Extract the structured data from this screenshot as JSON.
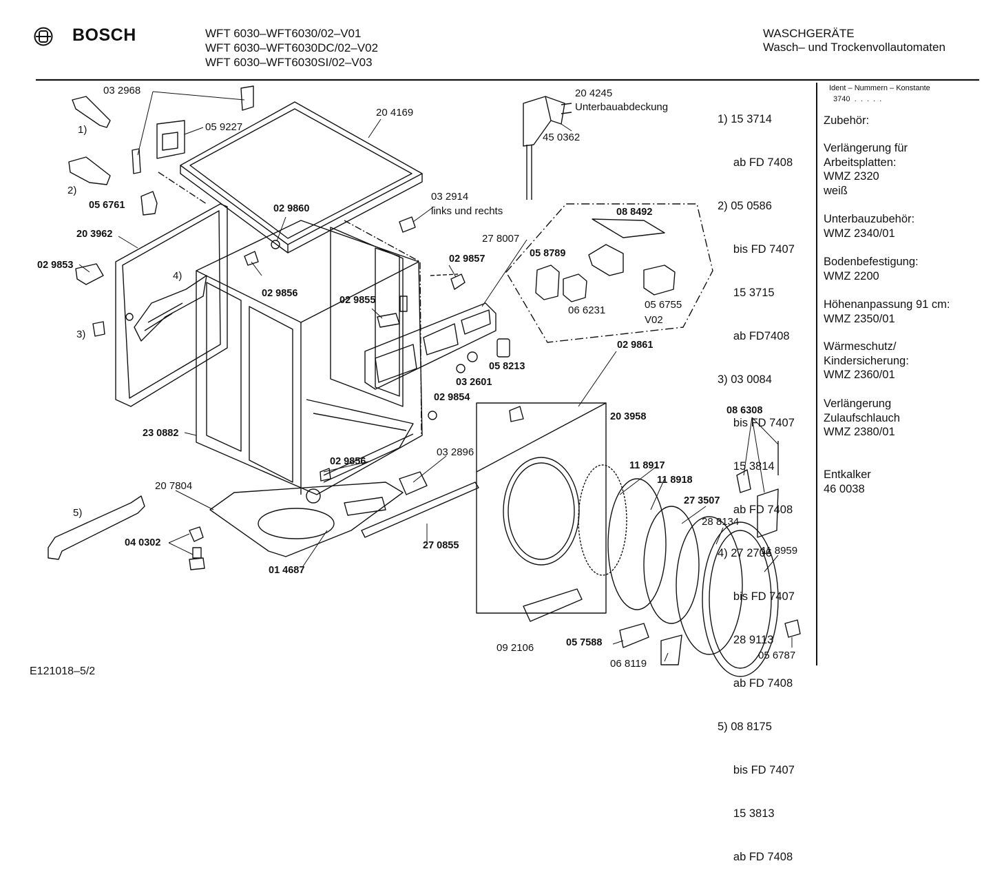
{
  "header": {
    "brand": "BOSCH",
    "models": [
      "WFT 6030–WFT6030/02–V01",
      "WFT 6030–WFT6030DC/02–V02",
      "WFT 6030–WFT6030SI/02–V03"
    ],
    "category": "WASCHGERÄTE",
    "subcategory": "Wasch– und Trockenvollautomaten"
  },
  "labels": [
    {
      "id": "p032968",
      "text": "03 2968",
      "bold": false
    },
    {
      "id": "p059227",
      "text": "05 9227",
      "bold": false
    },
    {
      "id": "p204169",
      "text": "20 4169",
      "bold": false
    },
    {
      "id": "p204245",
      "text": "20 4245",
      "bold": false
    },
    {
      "id": "unterbau",
      "text": "Unterbauabdeckung",
      "bold": false
    },
    {
      "id": "p450362",
      "text": "45 0362",
      "bold": false
    },
    {
      "id": "m1",
      "text": "1)",
      "bold": false
    },
    {
      "id": "m2",
      "text": "2)",
      "bold": false
    },
    {
      "id": "p056761",
      "text": "05 6761",
      "bold": true
    },
    {
      "id": "p032914",
      "text": "03 2914",
      "bold": false
    },
    {
      "id": "linksrechts",
      "text": "links und rechts",
      "bold": false
    },
    {
      "id": "p029860",
      "text": "02 9860",
      "bold": true
    },
    {
      "id": "p088492",
      "text": "08 8492",
      "bold": true
    },
    {
      "id": "p203962",
      "text": "20 3962",
      "bold": true
    },
    {
      "id": "p278007",
      "text": "27 8007",
      "bold": false
    },
    {
      "id": "p058789",
      "text": "05 8789",
      "bold": true
    },
    {
      "id": "p029853",
      "text": "02 9853",
      "bold": true
    },
    {
      "id": "m4",
      "text": "4)",
      "bold": false
    },
    {
      "id": "p029857",
      "text": "02 9857",
      "bold": true
    },
    {
      "id": "p029856a",
      "text": "02 9856",
      "bold": true
    },
    {
      "id": "p029855",
      "text": "02 9855",
      "bold": true
    },
    {
      "id": "p056755",
      "text": "05 6755",
      "bold": false
    },
    {
      "id": "v02",
      "text": "V02",
      "bold": false
    },
    {
      "id": "p066231",
      "text": "06 6231",
      "bold": false
    },
    {
      "id": "m3",
      "text": "3)",
      "bold": false
    },
    {
      "id": "p058213",
      "text": "05 8213",
      "bold": true
    },
    {
      "id": "p029861",
      "text": "02 9861",
      "bold": true
    },
    {
      "id": "p032601",
      "text": "03 2601",
      "bold": true
    },
    {
      "id": "p029854",
      "text": "02 9854",
      "bold": true
    },
    {
      "id": "p203958",
      "text": "20 3958",
      "bold": true
    },
    {
      "id": "p086308",
      "text": "08 6308",
      "bold": true
    },
    {
      "id": "p230882",
      "text": "23 0882",
      "bold": true
    },
    {
      "id": "p032896",
      "text": "03 2896",
      "bold": false
    },
    {
      "id": "p029856b",
      "text": "02 9856",
      "bold": true
    },
    {
      "id": "p118917",
      "text": "11 8917",
      "bold": true
    },
    {
      "id": "p118918",
      "text": "11 8918",
      "bold": true
    },
    {
      "id": "p207804",
      "text": "20 7804",
      "bold": false
    },
    {
      "id": "p273507",
      "text": "27 3507",
      "bold": true
    },
    {
      "id": "m5",
      "text": "5)",
      "bold": false
    },
    {
      "id": "p288134",
      "text": "28 8134",
      "bold": false
    },
    {
      "id": "p040302",
      "text": "04 0302",
      "bold": true
    },
    {
      "id": "p270855",
      "text": "27 0855",
      "bold": true
    },
    {
      "id": "p118959",
      "text": "11 8959",
      "bold": false
    },
    {
      "id": "p014687",
      "text": "01 4687",
      "bold": true
    },
    {
      "id": "p092106",
      "text": "09 2106",
      "bold": false
    },
    {
      "id": "p057588",
      "text": "05 7588",
      "bold": true
    },
    {
      "id": "p068119",
      "text": "06 8119",
      "bold": false
    },
    {
      "id": "p056787",
      "text": "05 6787",
      "bold": false
    }
  ],
  "notes": [
    "1) 15 3714",
    "     ab FD 7408",
    "2) 05 0586",
    "     bis FD 7407",
    "     15 3715",
    "     ab FD7408",
    "3) 03 0084",
    "     bis FD 7407",
    "     15 3814",
    "     ab FD 7408",
    "4) 27 2706",
    "     bis FD 7407",
    "     28 9113",
    "     ab FD 7408",
    "5) 08 8175",
    "     bis FD 7407",
    "     15 3813",
    "     ab FD 7408"
  ],
  "sidebar": {
    "ident_title": "Ident – Nummern – Konstante",
    "ident_value": "3740  .  .  .  .  .",
    "accessories_title": "Zubehör:",
    "items": [
      {
        "lines": [
          "Verlängerung für",
          "Arbeitsplatten:",
          "WMZ 2320",
          "weiß"
        ]
      },
      {
        "lines": [
          "Unterbauzubehör:",
          "WMZ 2340/01"
        ]
      },
      {
        "lines": [
          "Bodenbefestigung:",
          "WMZ 2200"
        ]
      },
      {
        "lines": [
          "Höhenanpassung 91 cm:",
          "WMZ 2350/01"
        ]
      },
      {
        "lines": [
          "Wärmeschutz/",
          "Kindersicherung:",
          "WMZ 2360/01"
        ]
      },
      {
        "lines": [
          "Verlängerung",
          "Zulaufschlauch",
          "WMZ 2380/01"
        ]
      },
      {
        "lines": [
          "Entkalker",
          "46 0038"
        ]
      }
    ]
  },
  "footer": {
    "code": "E121018–5/2"
  }
}
